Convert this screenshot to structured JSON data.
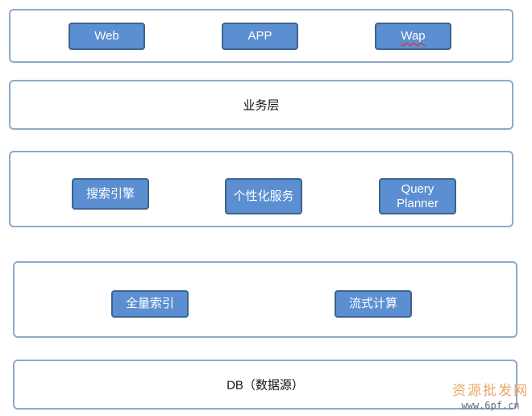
{
  "layers": {
    "client": {
      "nodes": [
        "Web",
        "APP",
        "Wap"
      ]
    },
    "business": {
      "label": "业务层"
    },
    "service": {
      "nodes": [
        "搜索引擎",
        "个性化服务",
        "Query Planner"
      ]
    },
    "index": {
      "nodes": [
        "全量索引",
        "流式计算"
      ]
    },
    "data": {
      "label": "DB（数据源）"
    }
  },
  "watermark": {
    "title": "资源批发网",
    "url": "www.6pf.cn"
  },
  "colors": {
    "layer_border": "#8fa9cc",
    "node_fill": "#5b8fd1",
    "node_border": "#3e638e",
    "node_text": "#ffffff",
    "watermark_title": "#e9a86a"
  }
}
